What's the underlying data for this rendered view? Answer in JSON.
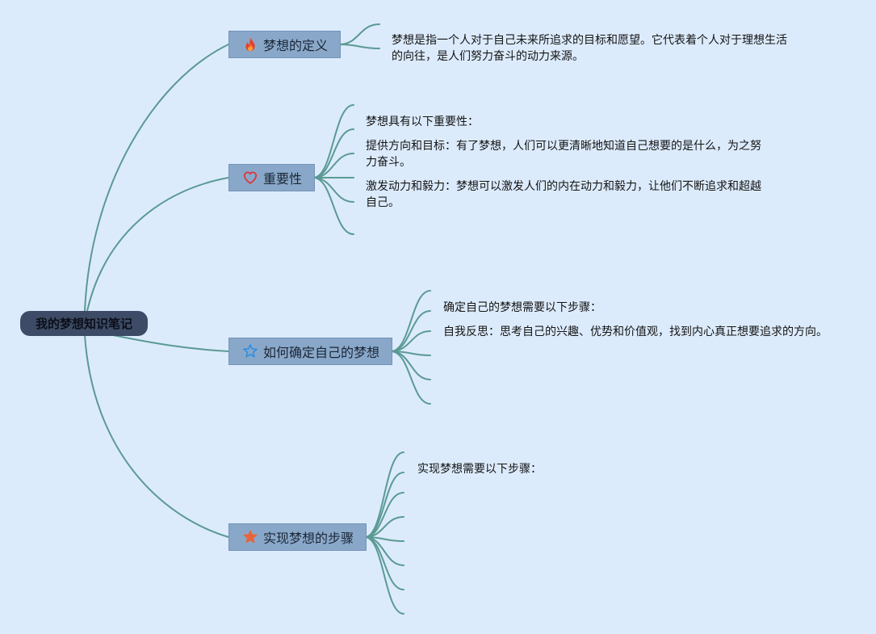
{
  "root": {
    "label": "我的梦想知识笔记"
  },
  "branches": [
    {
      "label": "梦想的定义",
      "icon": "fire-icon",
      "leaves": [
        "梦想是指一个人对于自己未来所追求的目标和愿望。它代表着个人对于理想生活的向往，是人们努力奋斗的动力来源。"
      ]
    },
    {
      "label": "重要性",
      "icon": "heart-outline-icon",
      "leaves": [
        "梦想具有以下重要性：",
        "提供方向和目标：有了梦想，人们可以更清晰地知道自己想要的是什么，为之努力奋斗。",
        "激发动力和毅力：梦想可以激发人们的内在动力和毅力，让他们不断追求和超越自己。"
      ]
    },
    {
      "label": "如何确定自己的梦想",
      "icon": "star-outline-icon",
      "leaves": [
        "确定自己的梦想需要以下步骤：",
        "自我反思：思考自己的兴趣、优势和价值观，找到内心真正想要追求的方向。"
      ]
    },
    {
      "label": "实现梦想的步骤",
      "icon": "star-filled-icon",
      "leaves": [
        "实现梦想需要以下步骤："
      ]
    }
  ],
  "colors": {
    "background": "#dcebfc",
    "connector": "#5b9a94",
    "branch_fill": "#89a8c9",
    "root_fill": "#3d4b66",
    "fire": "#e8412c",
    "heart": "#d9363e",
    "star_outline": "#2f8fe0",
    "star_filled": "#e8643c"
  }
}
